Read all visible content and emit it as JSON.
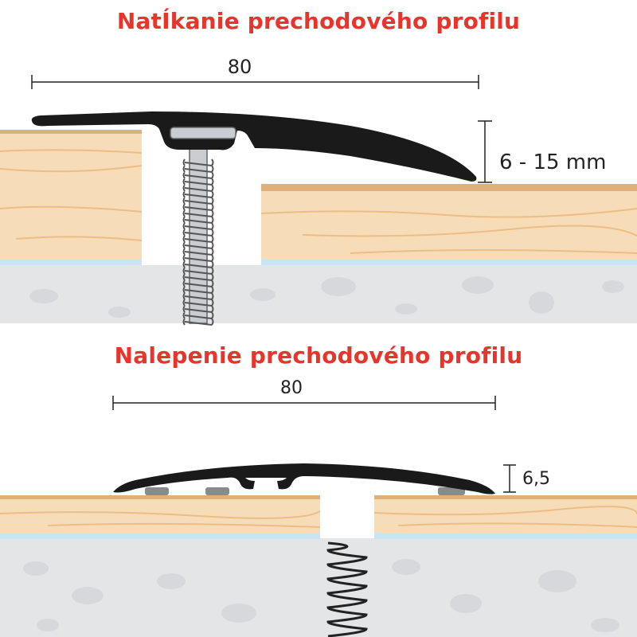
{
  "colors": {
    "title": "#e8352c",
    "wood_light": "#f7dcb8",
    "wood_grain": "#e9bf87",
    "wood_top": "#dfb07a",
    "concrete": "#e4e5e7",
    "concrete_spot": "#d6d8db",
    "membrane": "#c9e4f2",
    "profile": "#1a1a1a",
    "screw": "#c9ccd0",
    "pad": "#8a8a8a",
    "dimension": "#222222"
  },
  "top": {
    "title": "NatÍkanie prechodového profilu",
    "width_label": "80",
    "height_label": "6 - 15 mm"
  },
  "bottom": {
    "title": "Nalepenie prechodového profilu",
    "width_label": "80",
    "height_label": "6,5"
  }
}
